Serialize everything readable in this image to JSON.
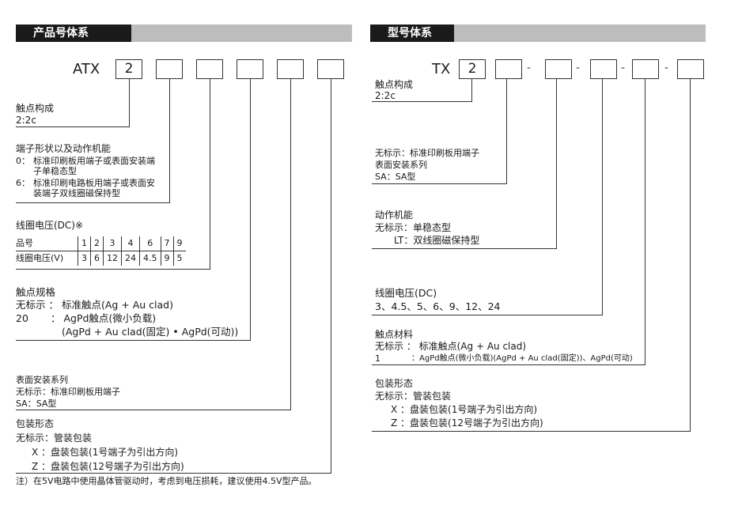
{
  "left": {
    "header": "产品号体系",
    "prefix": "ATX",
    "boxes": [
      "2",
      "",
      "",
      "",
      "",
      ""
    ],
    "contact": {
      "title": "触点构成",
      "value": "2:2c"
    },
    "terminal": {
      "title": "端子形状以及动作机能",
      "opt0_key": "0：",
      "opt0_line1": "标准印刷板用端子或表面安装端",
      "opt0_line2": "子单稳态型",
      "opt6_key": "6：",
      "opt6_line1": "标准印刷电路板用端子或表面安",
      "opt6_line2": "装端子双线圈磁保持型"
    },
    "coil": {
      "title": "线圈电压(DC)※",
      "row1_label": "品号",
      "row1": [
        "1",
        "2",
        "3",
        "4",
        "6",
        "7",
        "9"
      ],
      "row2_label": "线圈电压(V)",
      "row2": [
        "3",
        "6",
        "12",
        "24",
        "4.5",
        "9",
        "5"
      ]
    },
    "spec": {
      "title": "触点规格",
      "line1": "无标示 ： 标准触点(Ag + Au clad)",
      "line2_key": "20",
      "line2": "： AgPd触点(微小负载)",
      "line3": "(AgPd + Au clad(固定) • AgPd(可动))"
    },
    "surface": {
      "title": "表面安装系列",
      "line1": "无标示：标准印刷板用端子",
      "line2": "SA：SA型"
    },
    "package": {
      "title": "包装形态",
      "line1": "无标示：管装包装",
      "line2": "X  ：盘装包装(1号端子为引出方向)",
      "line3": "Z  ：盘装包装(12号端子为引出方向)"
    },
    "note": "注）在5V电路中使用晶体管驱动时，考虑到电压损耗，建议使用4.5V型产品。"
  },
  "right": {
    "header": "型号体系",
    "prefix": "TX",
    "boxes": [
      "2",
      "",
      "",
      "",
      "",
      ""
    ],
    "separators": [
      "-",
      "-",
      "-",
      "-"
    ],
    "contact": {
      "title": "触点构成",
      "value": "2:2c"
    },
    "terminal": {
      "line1": "无标示：标准印刷板用端子",
      "line2": "表面安装系列",
      "line3": "SA：SA型"
    },
    "action": {
      "title": "动作机能",
      "line1": "无标示：单稳态型",
      "line2": "LT：双线圈磁保持型"
    },
    "coil": {
      "title": "线圈电压(DC)",
      "values": "3、4.5、5、6、9、12、24"
    },
    "material": {
      "title": "触点材料",
      "line1": "无标示 ： 标准触点(Ag + Au clad)",
      "line2_key": "1",
      "line2": "：AgPd触点(微小负载)(AgPd + Au clad(固定))、AgPd(可动)"
    },
    "package": {
      "title": "包装形态",
      "line1": "无标示：管装包装",
      "line2": "X  ：盘装包装(1号端子为引出方向)",
      "line3": "Z  ：盘装包装(12号端子为引出方向)"
    }
  }
}
